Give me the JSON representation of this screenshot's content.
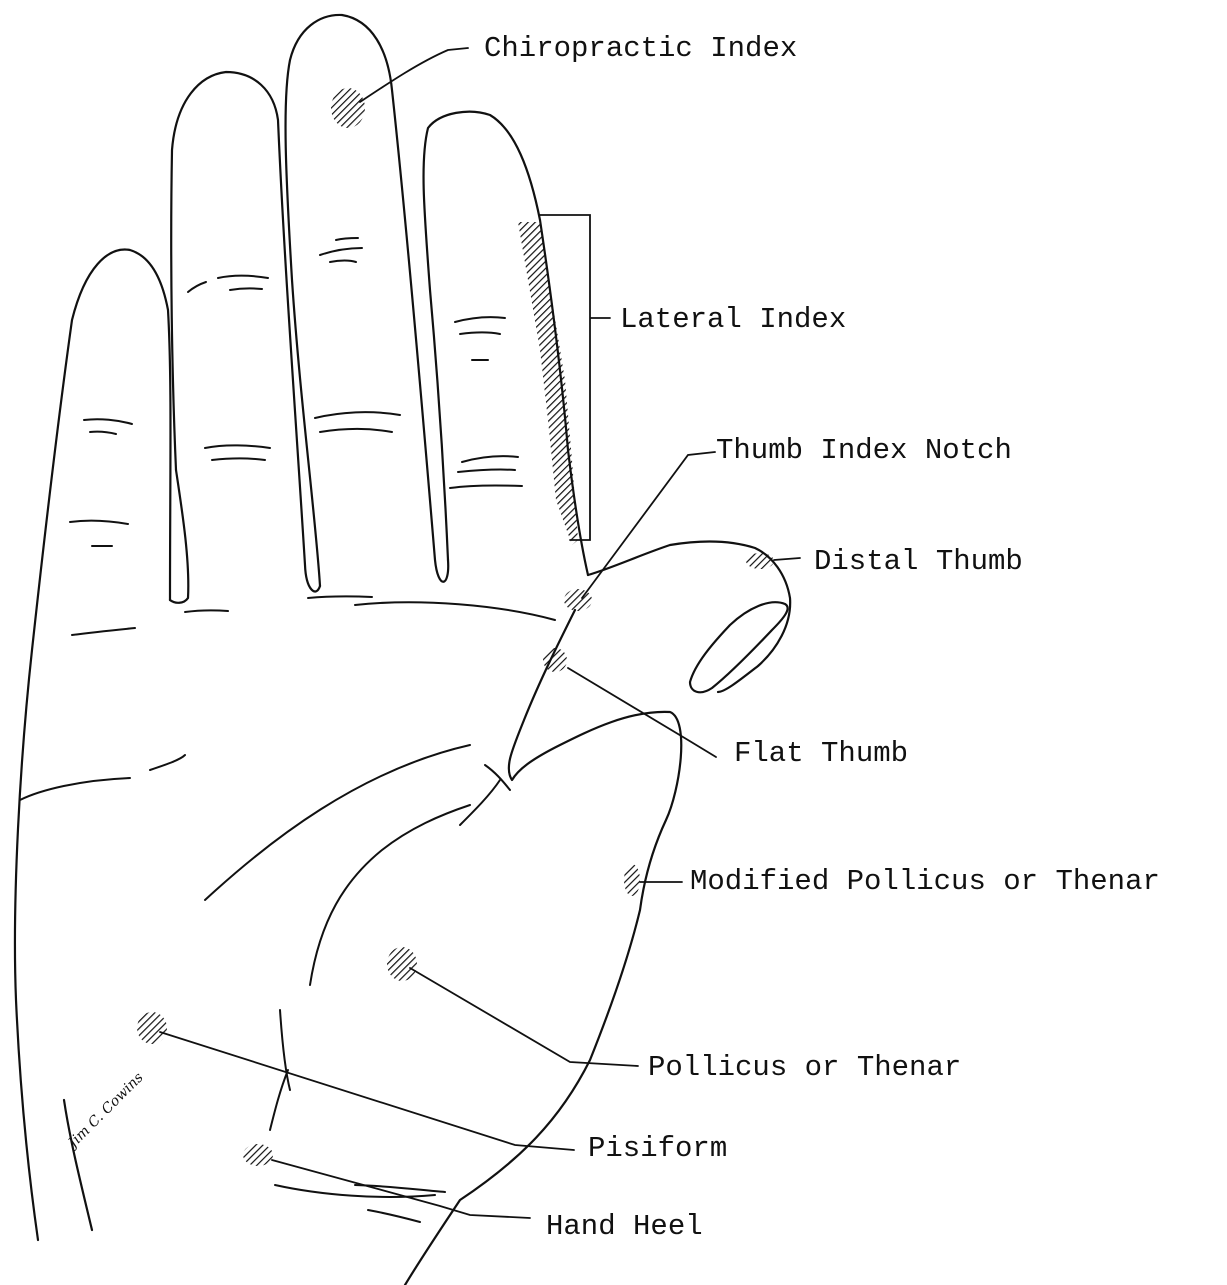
{
  "labels": {
    "chiropractic_index": "Chiropractic Index",
    "lateral_index": "Lateral Index",
    "thumb_index_notch": "Thumb Index Notch",
    "distal_thumb": "Distal Thumb",
    "flat_thumb": "Flat Thumb",
    "modified_pollicus": "Modified Pollicus or Thenar",
    "pollicus_thenar": "Pollicus or Thenar",
    "pisiform": "Pisiform",
    "hand_heel": "Hand Heel"
  },
  "signature": "Jim C. Cowins",
  "colors": {
    "ink": "#111111",
    "background": "#ffffff"
  }
}
